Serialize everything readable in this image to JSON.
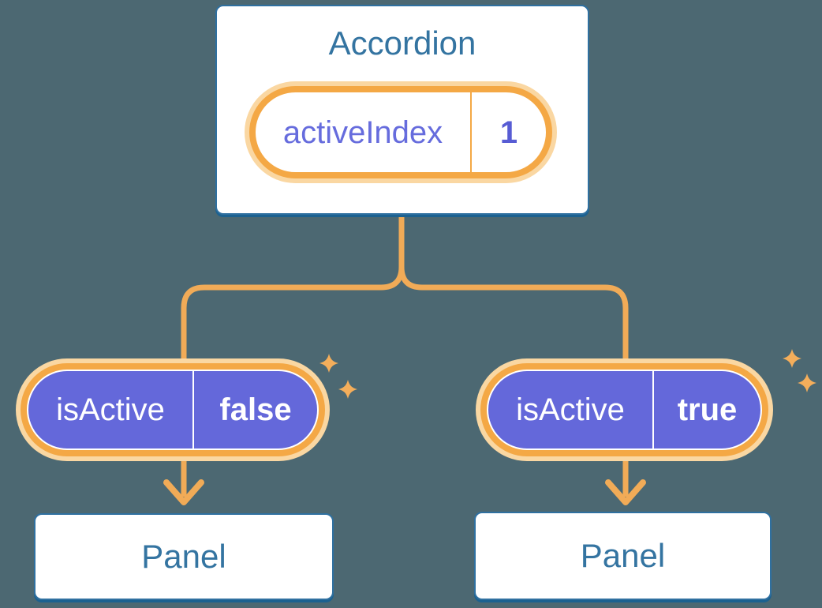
{
  "diagram": {
    "root": {
      "title": "Accordion",
      "state": {
        "label": "activeIndex",
        "value": "1"
      }
    },
    "children": [
      {
        "prop": {
          "label": "isActive",
          "value": "false"
        },
        "component": {
          "title": "Panel"
        }
      },
      {
        "prop": {
          "label": "isActive",
          "value": "true"
        },
        "component": {
          "title": "Panel"
        }
      }
    ]
  },
  "colors": {
    "background": "#4C6872",
    "card_background": "#FFFFFF",
    "card_border": "#2F70A0",
    "title_text": "#3474A1",
    "pill_fill": "#6468DA",
    "pill_ring": "#F4A845",
    "pill_halo": "#FAD7A2",
    "connector_line": "#F1AB57",
    "sparkle": "#F4AE5B",
    "state_label_text": "#666CDD",
    "state_value_text": "#575CD4",
    "prop_text": "#FFFFFF"
  }
}
